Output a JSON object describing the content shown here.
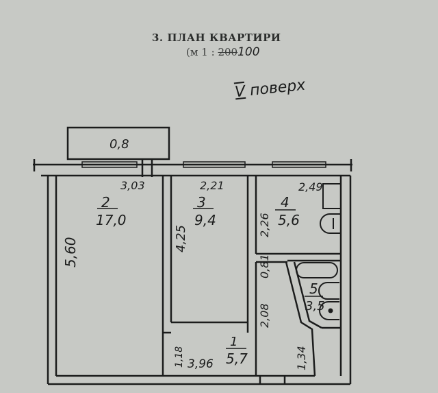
{
  "header": {
    "title": "3. ПЛАН КВАРТИРИ",
    "scale_prefix": "(м 1 :",
    "scale_old": "200",
    "scale_new": "100",
    "floor_roman": "V",
    "floor_word": "поверх"
  },
  "rooms": [
    {
      "number": "1",
      "area": "5,7"
    },
    {
      "number": "2",
      "area": "17,0"
    },
    {
      "number": "3",
      "area": "9,4"
    },
    {
      "number": "4",
      "area": "5,6"
    },
    {
      "number": "5",
      "area": "3,5"
    }
  ],
  "dimensions": {
    "balcony": "0,8",
    "room2_width": "3,03",
    "room2_length": "5,60",
    "room3_width": "2,21",
    "room3_length": "4,25",
    "room4_width": "2,49",
    "room4_length": "2,26",
    "corridor_width": "0,81",
    "corridor_length": "2,08",
    "hall_width": "3,96",
    "hall_length": "1,34",
    "hall_small": "1,18"
  }
}
